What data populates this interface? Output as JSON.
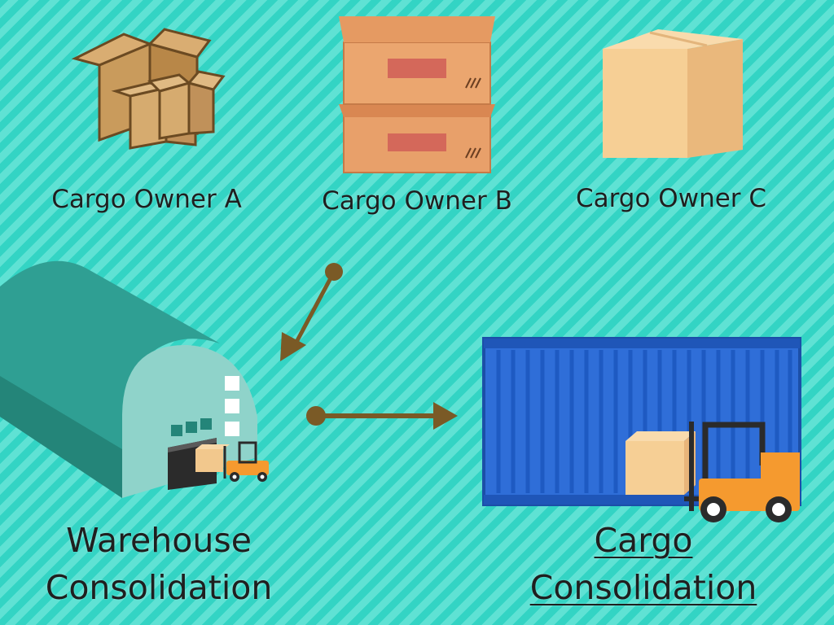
{
  "owners": [
    {
      "label": "Cargo Owner A",
      "icon": "open-boxes-icon"
    },
    {
      "label": "Cargo Owner B",
      "icon": "stacked-boxes-icon"
    },
    {
      "label": "Cargo Owner C",
      "icon": "sealed-box-icon"
    }
  ],
  "warehouse": {
    "label_line1": "Warehouse",
    "label_line2": "Consolidation",
    "icon": "warehouse-icon"
  },
  "container": {
    "label_line1": "Cargo",
    "label_line2": "Consolidation",
    "icon": "shipping-container-icon"
  },
  "colors": {
    "background_stripe_a": "#33d4c4",
    "background_stripe_b": "#5fe2d4",
    "arrow": "#7a5a26",
    "cardboard_light": "#f2c88d",
    "cardboard_orange": "#e69a66",
    "warehouse": "#2f9f93",
    "container": "#2f6ed8",
    "forklift": "#f59a2f"
  }
}
